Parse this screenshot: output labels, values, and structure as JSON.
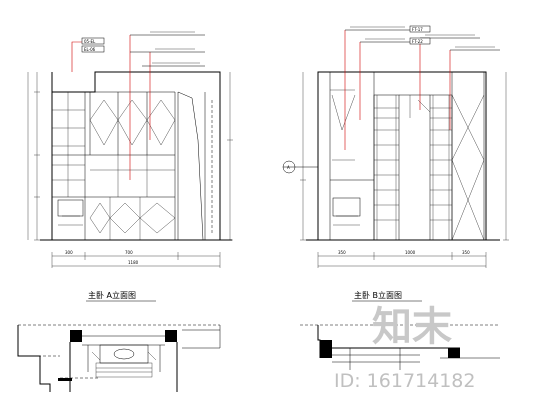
{
  "left_elevation": {
    "title": "主卧 A立面图",
    "callout_tags": [
      "05-EL",
      "EL-06"
    ],
    "dim_bottom": [
      "300",
      "700",
      "1180"
    ]
  },
  "right_elevation": {
    "title": "主卧 B立面图",
    "dim_bottom": [
      "350",
      "1000",
      "350"
    ],
    "callout_tags": [
      "FT-17",
      "FT-22"
    ],
    "section_marker": "A"
  },
  "watermark": {
    "brand": "知末",
    "id_text": "ID: 161714182"
  }
}
